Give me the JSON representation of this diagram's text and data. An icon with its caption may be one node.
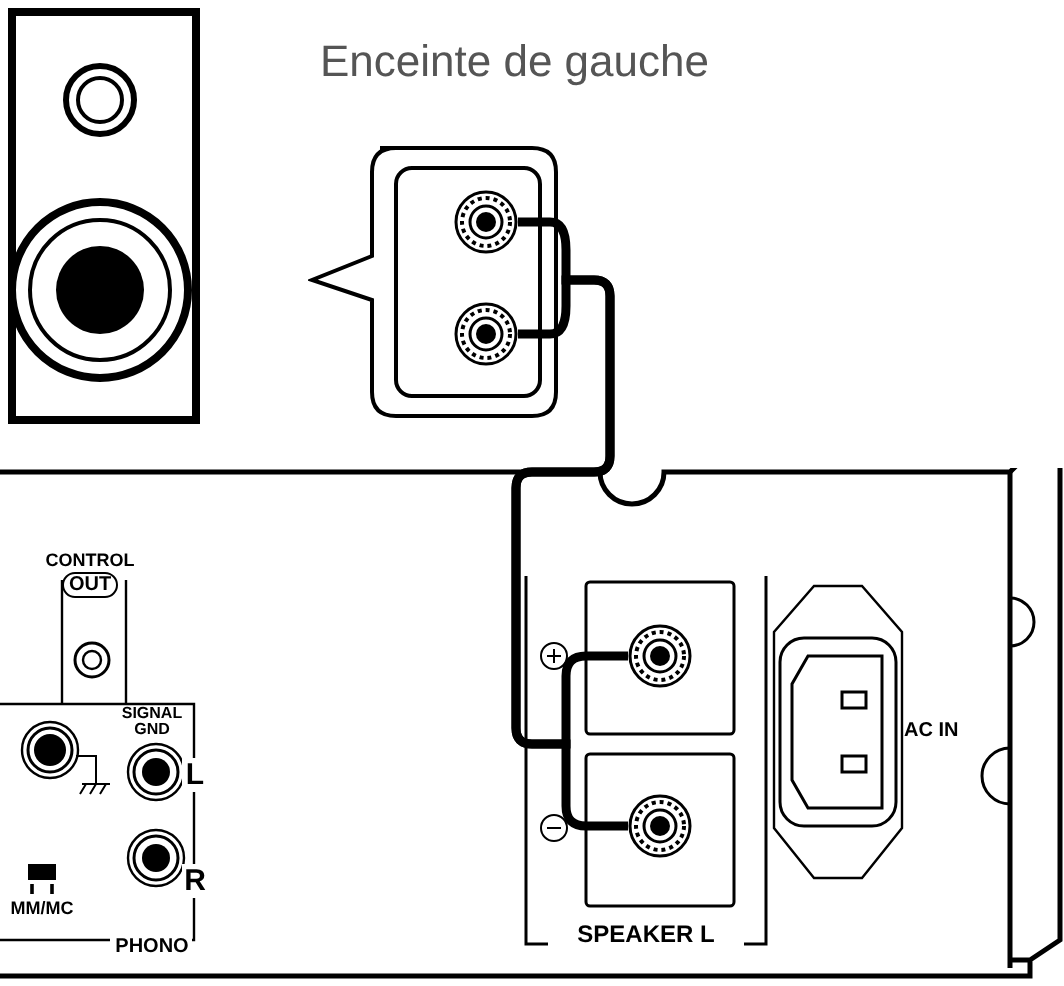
{
  "diagram": {
    "nodes": [
      {
        "text": [
          "Enceinte de gauche"
        ]
      },
      {
        "text": [],
        "shape": "callout"
      },
      {
        "text": [],
        "shape": "circle",
        "in": 1
      },
      {
        "text": [],
        "shape": "circle",
        "in": 1
      },
      {
        "text": [
          "SPEAKER L"
        ]
      },
      {
        "text": [],
        "shape": "circle",
        "in": 4
      },
      {
        "text": [],
        "shape": "circle",
        "in": 4
      }
    ],
    "edges": [
      {
        "from": 2,
        "to": 5,
        "arrow": "none"
      },
      {
        "from": 3,
        "to": 6,
        "arrow": "none"
      }
    ],
    "labels": [
      "CONTROL",
      "OUT",
      "SIGNAL GND",
      "L",
      "R",
      "MM/MC",
      "PHONO",
      "AC IN"
    ]
  }
}
